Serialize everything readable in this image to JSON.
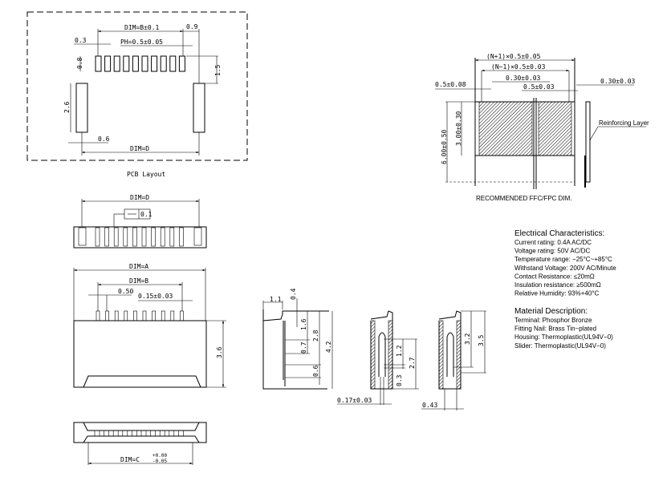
{
  "pcb_layout": {
    "title": "PCB Layout",
    "dim_b": "DIM=B±0.1",
    "d_0_9": "0.9",
    "d_0_3": "0.3",
    "pitch": "PH=0.5±0.05",
    "d_0_8": "0.8",
    "d_1_5": "1.5",
    "d_2_6": "2.6",
    "d_0_6": "0.6",
    "dim_d": "DIM=D"
  },
  "ffc": {
    "title": "RECOMMENDED FFC/FPC DIM.",
    "total_width": "(N+1)×0.5±0.05",
    "inner_width": "(N−1)×0.5±0.03",
    "conductor_width": "0.30±0.03",
    "edge": "0.5±0.08",
    "pitch": "0.5±0.03",
    "thickness": "0.30±0.03",
    "length_total": "6.00±0.50",
    "length_exposed": "3.00±0.30",
    "reinforcing_label": "Reinforcing Layer"
  },
  "front_view": {
    "dim_d": "DIM=D",
    "flatness": "0.1"
  },
  "top_view": {
    "dim_a": "DIM=A",
    "dim_b": "DIM=B",
    "pitch": "0.50",
    "pin_width": "0.15±0.03",
    "height": "3.6"
  },
  "bottom_view": {
    "dim_c": "DIM=C",
    "tol_plus": "+0.00",
    "tol_minus": "-0.05"
  },
  "side_views": {
    "d_1_1": "1.1",
    "d_0_4": "0.4",
    "d_1_6": "1.6",
    "d_2_8": "2.8",
    "d_4_2": "4.2",
    "d_0_7": "0.7",
    "d_0_6": "0.6",
    "d_1_2": "1.2",
    "d_2_7": "2.7",
    "d_0_3": "0.3",
    "d_0_17": "0.17±0.03",
    "d_3_2": "3.2",
    "d_3_5": "3.5",
    "d_0_43": "0.43"
  },
  "electrical": {
    "heading": "Electrical Characteristics:",
    "lines": [
      "Current rating: 0.4A AC/DC",
      "Voltage rating: 50V  AC/DC",
      "Temperature range: −25°C~+85°C",
      "Withstand Voltage: 200V AC/Minute",
      "Contact Resistance: ≤20mΩ",
      "Insulation resistance: ≥500mΩ",
      "Relative Humidity: 93%+40°C"
    ]
  },
  "material": {
    "heading": "Material Description:",
    "lines": [
      "Terminal: Phosphor Bronze",
      "Fitting Nail: Brass Tin−plated",
      "Housing: Thermoplastic(UL94V−0)",
      "Slider: Thermoplastic(UL94V−0)"
    ]
  }
}
